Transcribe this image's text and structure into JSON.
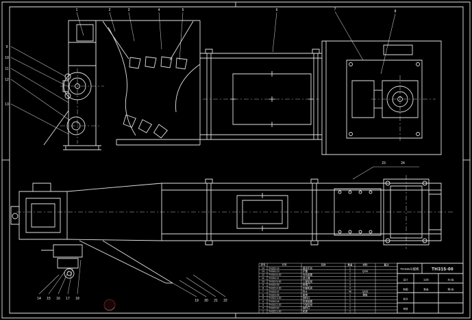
{
  "meta": {
    "background": "#000000",
    "line_color": "#e6e6e6",
    "description": "CAD engineering drawing of TH315 bucket elevator, elevation view above and plan view below, parts list and title block at bottom right"
  },
  "title_block": {
    "title": "TH315斗提机",
    "drawing_number": "TH315-00",
    "cells": [
      {
        "label": "设计"
      },
      {
        "label": "制图"
      },
      {
        "label": "校对"
      },
      {
        "label": "审核"
      },
      {
        "label": "比例"
      },
      {
        "label": "数量"
      },
      {
        "label": "共1张"
      },
      {
        "label": "第1张"
      }
    ]
  },
  "parts_table": {
    "headers": [
      "序号",
      "代号",
      "名称",
      "数量",
      "材料",
      "备注"
    ],
    "rows": [
      {
        "no": "14",
        "code": "TH315-14",
        "name": "驱动平台",
        "qty": "1",
        "material": ""
      },
      {
        "no": "13",
        "code": "TH315-13",
        "name": "护罩",
        "qty": "1",
        "material": "Q235"
      },
      {
        "no": "12",
        "code": "TH315.6-00",
        "name": "传动装置",
        "qty": "1",
        "material": ""
      },
      {
        "no": "11",
        "code": "TH315-11",
        "name": "逆止器",
        "qty": "1",
        "material": ""
      },
      {
        "no": "10",
        "code": "TH315.5-00",
        "name": "上部区段",
        "qty": "1",
        "material": ""
      },
      {
        "no": "9",
        "code": "TH315-09",
        "name": "检视门",
        "qty": "2",
        "material": ""
      },
      {
        "no": "8",
        "code": "TH315.4-00",
        "name": "中部机壳",
        "qty": "4",
        "material": ""
      },
      {
        "no": "7",
        "code": "TH315-07",
        "name": "料斗",
        "qty": "46",
        "material": "Q235"
      },
      {
        "no": "6",
        "code": "TH315-06",
        "name": "胶带",
        "qty": "1",
        "material": "橡胶"
      },
      {
        "no": "5",
        "code": "TH315.3-00",
        "name": "卸料口",
        "qty": "1",
        "material": ""
      },
      {
        "no": "4",
        "code": "TH315-04",
        "name": "张紧装置",
        "qty": "1",
        "material": ""
      },
      {
        "no": "3",
        "code": "TH315.2-00",
        "name": "下部区段",
        "qty": "1",
        "material": ""
      },
      {
        "no": "2",
        "code": "TH315-02",
        "name": "进料口",
        "qty": "1",
        "material": ""
      },
      {
        "no": "1",
        "code": "TH315.1-00",
        "name": "机架",
        "qty": "1",
        "material": ""
      }
    ]
  },
  "callouts": {
    "labels": [
      "1",
      "2",
      "3",
      "4",
      "5",
      "6",
      "7",
      "8",
      "9",
      "10",
      "11",
      "12",
      "13",
      "14",
      "15",
      "16",
      "17",
      "18",
      "19",
      "20",
      "21",
      "22",
      "23",
      "24"
    ]
  }
}
